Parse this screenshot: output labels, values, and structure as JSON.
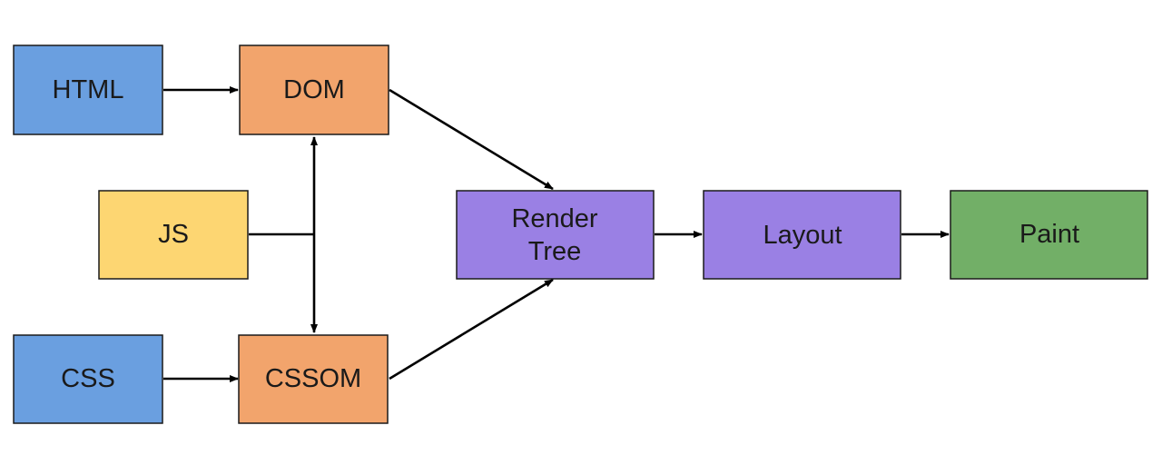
{
  "colors": {
    "source": "#6a9fe0",
    "object_model": "#f2a46c",
    "script": "#fdd672",
    "render": "#9a80e4",
    "paint": "#72af67",
    "arrow": "#000000"
  },
  "nodes": {
    "html": {
      "label": "HTML",
      "color_key": "source"
    },
    "dom": {
      "label": "DOM",
      "color_key": "object_model"
    },
    "js": {
      "label": "JS",
      "color_key": "script"
    },
    "css": {
      "label": "CSS",
      "color_key": "source"
    },
    "cssom": {
      "label": "CSSOM",
      "color_key": "object_model"
    },
    "render_tree": {
      "label_line1": "Render",
      "label_line2": "Tree",
      "color_key": "render"
    },
    "layout": {
      "label": "Layout",
      "color_key": "render"
    },
    "paint": {
      "label": "Paint",
      "color_key": "paint"
    }
  },
  "edges": [
    {
      "from": "HTML",
      "to": "DOM"
    },
    {
      "from": "CSS",
      "to": "CSSOM"
    },
    {
      "from": "JS",
      "to": "DOM"
    },
    {
      "from": "JS",
      "to": "CSSOM"
    },
    {
      "from": "DOM",
      "to": "Render Tree"
    },
    {
      "from": "CSSOM",
      "to": "Render Tree"
    },
    {
      "from": "Render Tree",
      "to": "Layout"
    },
    {
      "from": "Layout",
      "to": "Paint"
    }
  ]
}
